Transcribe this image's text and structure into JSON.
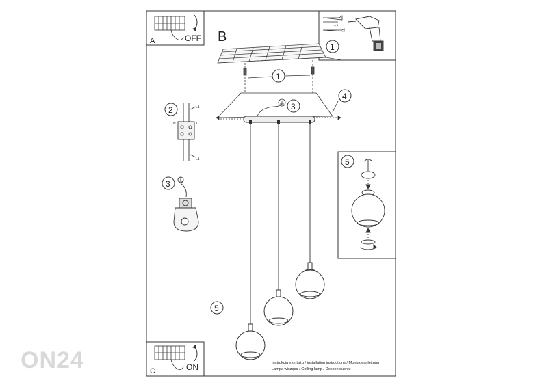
{
  "panel_a": {
    "letter": "A",
    "state": "OFF"
  },
  "panel_b": {
    "letter": "B"
  },
  "panel_c": {
    "letter": "C",
    "state": "ON"
  },
  "tools": {
    "quantity": "x2"
  },
  "callouts": {
    "n1": "1",
    "n2": "2",
    "n3": "3",
    "n4": "4",
    "n5": "5"
  },
  "wiring": {
    "l1": "L1",
    "n": "N",
    "l": "L"
  },
  "footer": {
    "line1": "Instrukcja montażu / installation instructions / Montageanleitung",
    "line2": "Lampa wisząca / Ceiling lamp / Deckenleuchte"
  },
  "watermark": "ON24"
}
